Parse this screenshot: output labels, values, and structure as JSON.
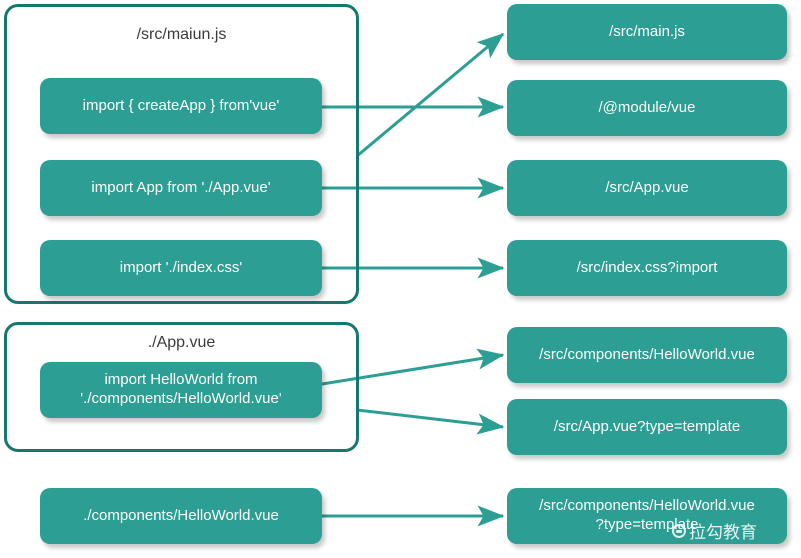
{
  "diagram": {
    "type": "module-resolution-flow",
    "accent_color": "#2C9E93",
    "border_color": "#14786E",
    "arrow_color": "#2C9E93",
    "title_color": "#3b3b3b",
    "groups": [
      {
        "id": "main-js-group",
        "title": "/src/maiun.js"
      },
      {
        "id": "app-vue-group",
        "title": "./App.vue"
      }
    ],
    "source_nodes": [
      {
        "id": "import-createapp",
        "label": "import { createApp } from'vue'"
      },
      {
        "id": "import-app",
        "label": "import App from './App.vue'"
      },
      {
        "id": "import-index-css",
        "label": "import './index.css'"
      },
      {
        "id": "import-helloworld",
        "label": "import HelloWorld from\n'./components/HelloWorld.vue'"
      },
      {
        "id": "components-helloworld",
        "label": "./components/HelloWorld.vue"
      }
    ],
    "target_nodes": [
      {
        "id": "src-main-js",
        "label": "/src/main.js"
      },
      {
        "id": "module-vue",
        "label": "/@module/vue"
      },
      {
        "id": "src-app-vue",
        "label": "/src/App.vue"
      },
      {
        "id": "src-index-css-import",
        "label": "/src/index.css?import"
      },
      {
        "id": "src-components-helloworld-vue",
        "label": "/src/components/HelloWorld.vue"
      },
      {
        "id": "src-app-vue-template",
        "label": "/src/App.vue?type=template"
      },
      {
        "id": "src-components-helloworld-template",
        "label": "/src/components/HelloWorld.vue\n?type=template"
      }
    ],
    "edges": [
      {
        "from": "group-main-js-right-edge",
        "to": "src-main-js"
      },
      {
        "from": "import-createapp",
        "to": "module-vue"
      },
      {
        "from": "import-app",
        "to": "src-app-vue"
      },
      {
        "from": "import-index-css",
        "to": "src-index-css-import"
      },
      {
        "from": "import-helloworld",
        "to": "src-components-helloworld-vue"
      },
      {
        "from": "group-app-vue-right-edge",
        "to": "src-app-vue-template"
      },
      {
        "from": "components-helloworld",
        "to": "src-components-helloworld-template"
      }
    ]
  },
  "watermark": {
    "text": "拉勾教育",
    "logo": "circle-mark-icon"
  }
}
